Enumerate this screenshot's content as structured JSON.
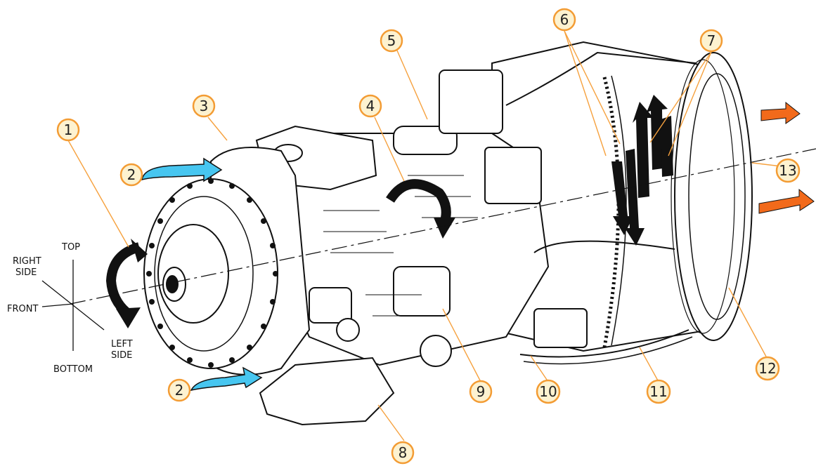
{
  "axes": {
    "top": "TOP",
    "bottom": "BOTTOM",
    "front": "FRONT",
    "right_side_line1": "RIGHT",
    "right_side_line2": "SIDE",
    "left_side_line1": "LEFT",
    "left_side_line2": "SIDE"
  },
  "callouts": [
    "1",
    "2",
    "2",
    "3",
    "4",
    "5",
    "6",
    "7",
    "8",
    "9",
    "10",
    "11",
    "12",
    "13"
  ],
  "colors": {
    "callout_fill": "#fdf2d0",
    "callout_border": "#f39c34",
    "leader_line": "#f6a13e",
    "intake_arrow": "#47c6f0",
    "exhaust_arrow": "#f26a1b",
    "rotation_arrow": "#111111"
  }
}
